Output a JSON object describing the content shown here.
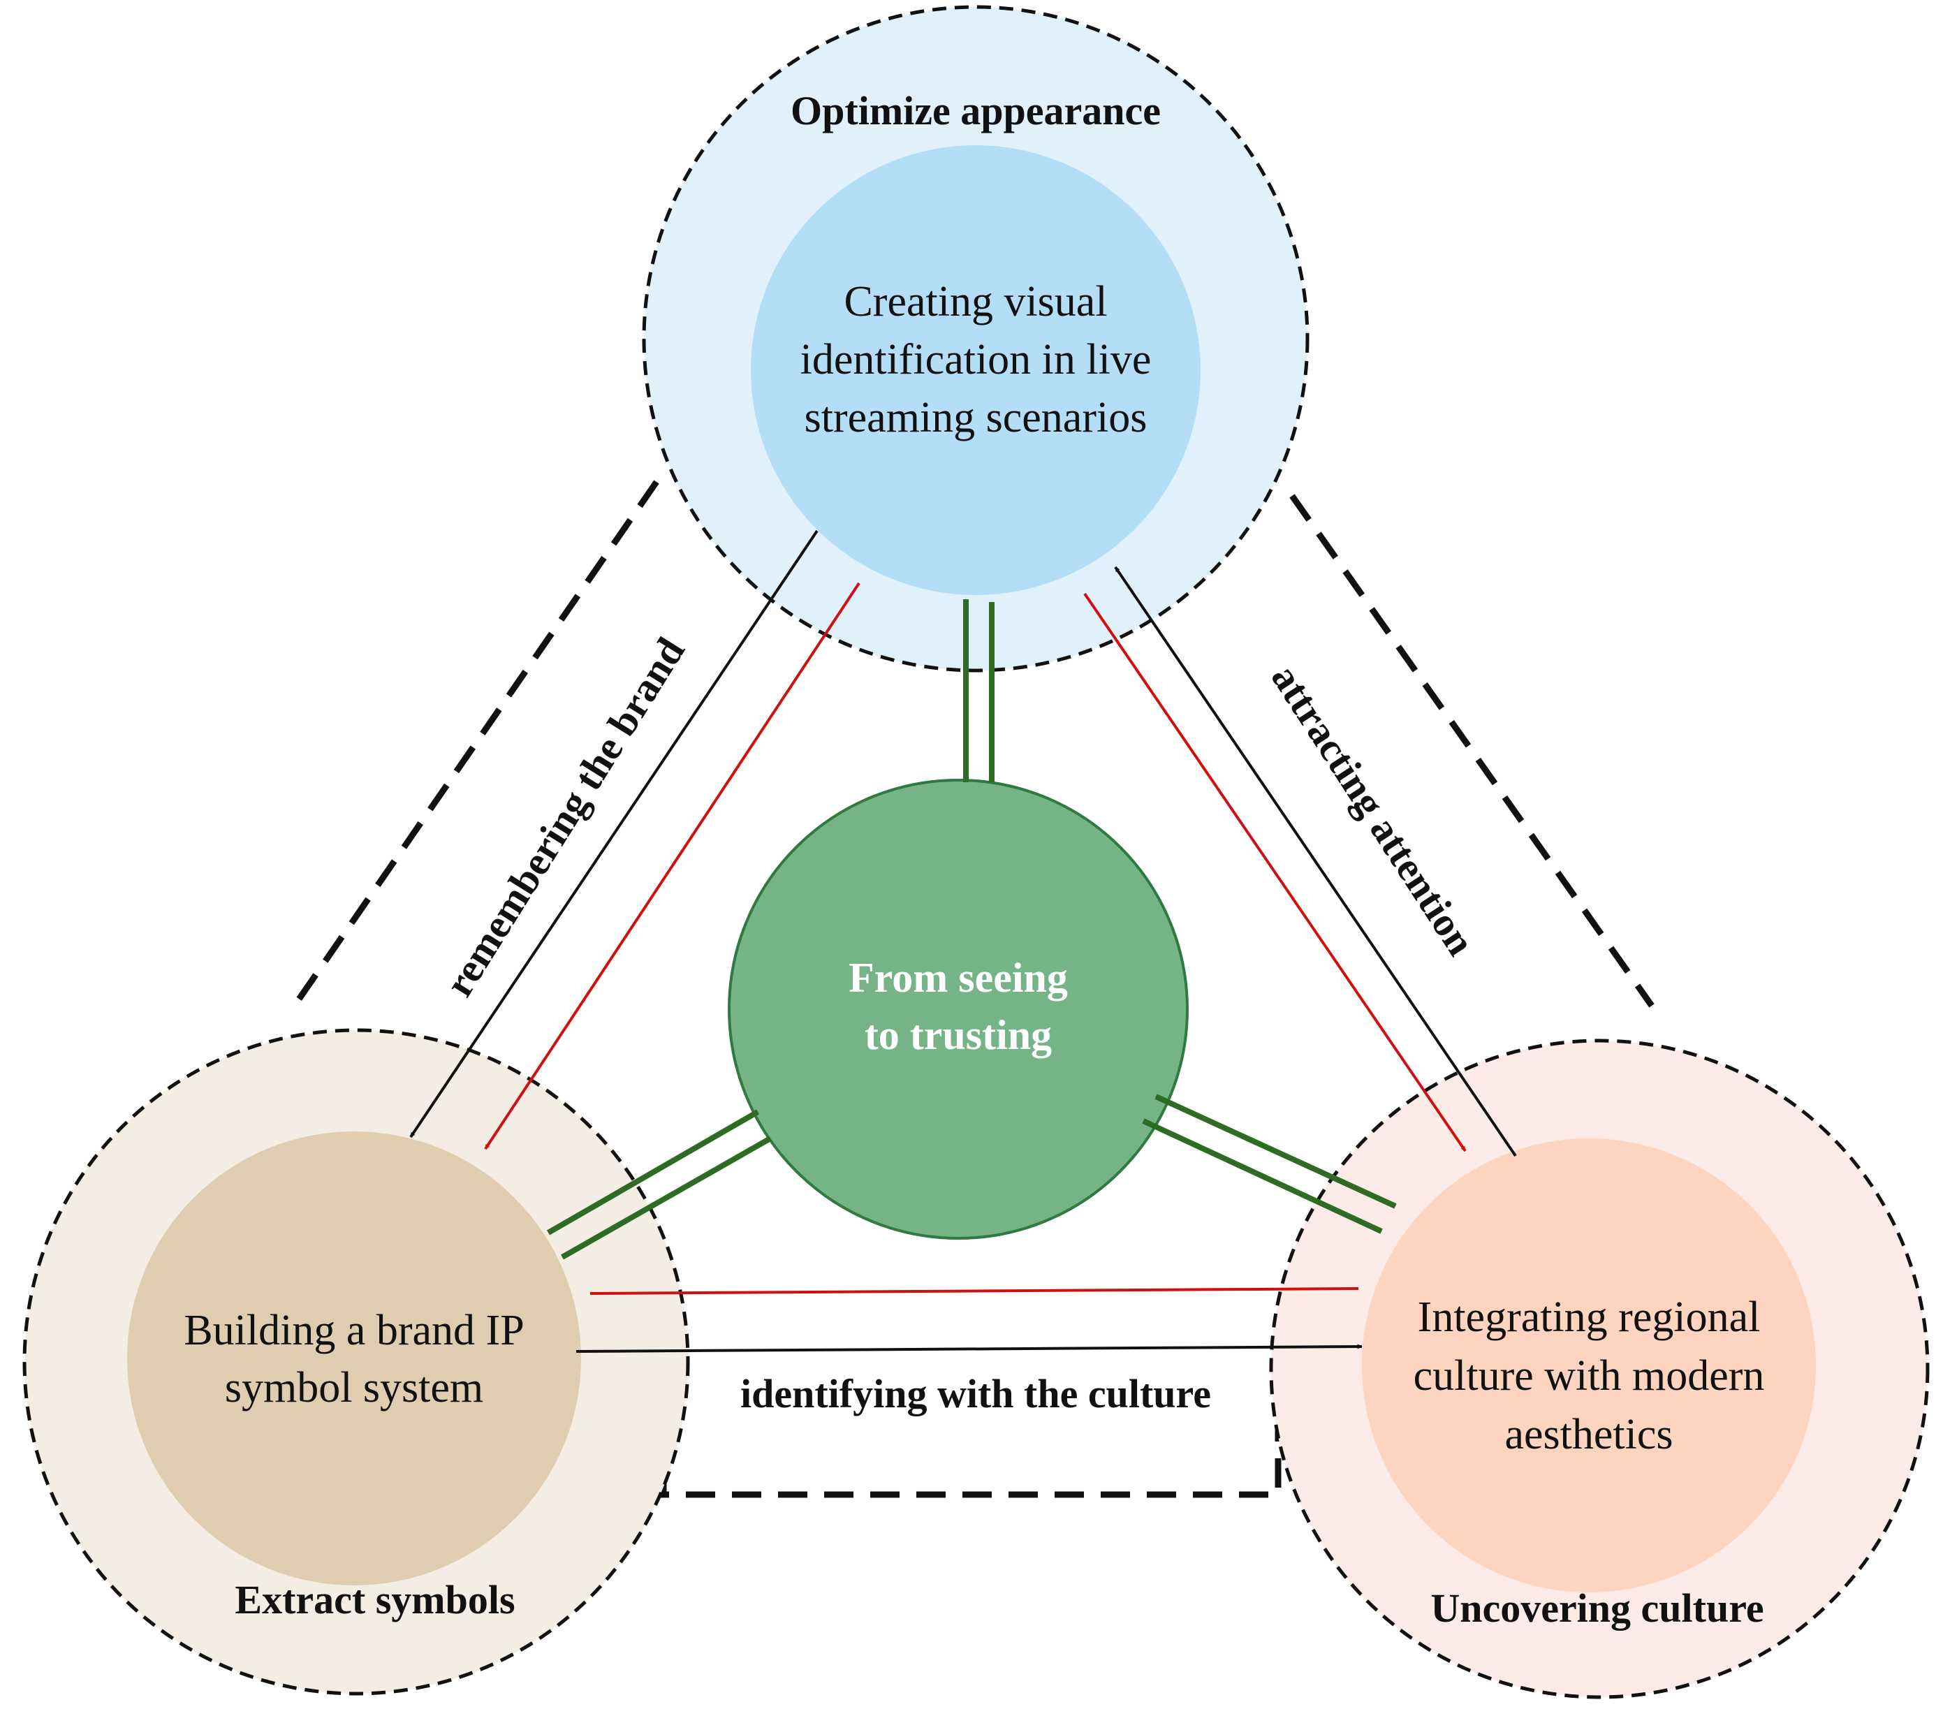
{
  "colors": {
    "top_outer_fill": "#e0f1fb",
    "top_inner_fill": "#b3def6",
    "left_outer_fill": "#f3ede3",
    "left_inner_fill": "#e0ccb0",
    "right_outer_fill": "#fcebe6",
    "right_inner_fill": "#fdd4bf",
    "center_fill": "#76b386",
    "center_stroke": "#2f7a40",
    "green_arrow": "#2e6b23",
    "red_arrow": "#d01010",
    "black_arrow": "#111111",
    "dash": "#111111"
  },
  "nodes": {
    "top": {
      "outer_label": "Optimize appearance",
      "inner_lines": [
        "Creating visual",
        "identification in live",
        "streaming scenarios"
      ]
    },
    "left": {
      "outer_label": "Extract symbols",
      "inner_lines": [
        "Building a brand IP",
        "symbol system"
      ]
    },
    "right": {
      "outer_label": "Uncovering culture",
      "inner_lines": [
        "Integrating regional",
        "culture with modern",
        "aesthetics"
      ]
    },
    "center": {
      "lines": [
        "From seeing",
        "to trusting"
      ]
    }
  },
  "edge_labels": {
    "left_edge": "remembering the brand",
    "right_edge": "attracting attention",
    "bottom_edge": "identifying with the culture"
  }
}
